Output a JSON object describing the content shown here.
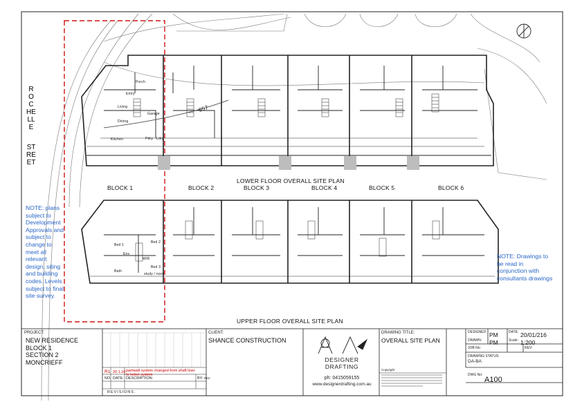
{
  "street": {
    "word1": "ROCHELLE",
    "word2": "STREET"
  },
  "plan": {
    "lower_title": "LOWER FLOOR OVERALL SITE PLAN",
    "upper_title": "UPPER FLOOR OVERALL SITE PLAN",
    "blocks": [
      "BLOCK 1",
      "BLOCK 2",
      "BLOCK 3",
      "BLOCK 4",
      "BLOCK 5",
      "BLOCK 6"
    ],
    "contour_label": "657",
    "room_labels_lower": [
      "Entry",
      "Porch",
      "Living",
      "Garage",
      "Dining",
      "Kitchen",
      "Pdry",
      "Ldry"
    ],
    "room_labels_upper": [
      "Bed 1",
      "Bed 2",
      "Bed 3",
      "Bath",
      "Ens",
      "WIR",
      "study / nook"
    ]
  },
  "notes": {
    "left": "NOTE: plans subject to Development Approvals and subject to change to meet all relevant design, siting and building codes. Levels subject to final site survey.",
    "right": "NOTE: Drawings to be read in conjunction with consultants drawings"
  },
  "title_block": {
    "project_label": "PROJECT:",
    "project_lines": [
      "NEW RESIDENCE",
      "BLOCK 1",
      "SECTION 2",
      "MONCRIEFF"
    ],
    "revision": {
      "id": "R1",
      "date": "20.1.16",
      "description": "partiwall system changed from shaft liner to hebel system"
    },
    "rev_headers": {
      "no": "NO.",
      "date": "DATE:",
      "description": "DESCRIPTION:",
      "by": "BY:",
      "rev": "Rev:"
    },
    "revisions_label": "REVISIONS.",
    "client_label": "CLIENT:",
    "client": "SHANCE CONSTRUCTION",
    "firm_name": "DESIGNER DRAFTING",
    "firm_phone": "ph: 0415059155",
    "firm_web": "www.designerdrafting.com.au",
    "copyright_label": "Copyright",
    "drawing_title_label": "DRAWING TITLE:",
    "drawing_title": "OVERALL SITE PLAN",
    "designed_label": "DESIGNED:",
    "designed": "PM",
    "drawn_label": "DRAWN:",
    "drawn": "PM",
    "date_label": "DATE:",
    "date": "20/01/216",
    "scale_label": "Scale:",
    "scale": "1:200",
    "job_label": "JOB No:",
    "rev_label": "REV:",
    "status_label": "DRAWING STATUS:",
    "status": "DA-BA",
    "dwg_label": "DWG No:",
    "dwg_no": "A100"
  },
  "colors": {
    "note": "#2a66c8",
    "boundary": "#d01010",
    "line": "#222222"
  }
}
